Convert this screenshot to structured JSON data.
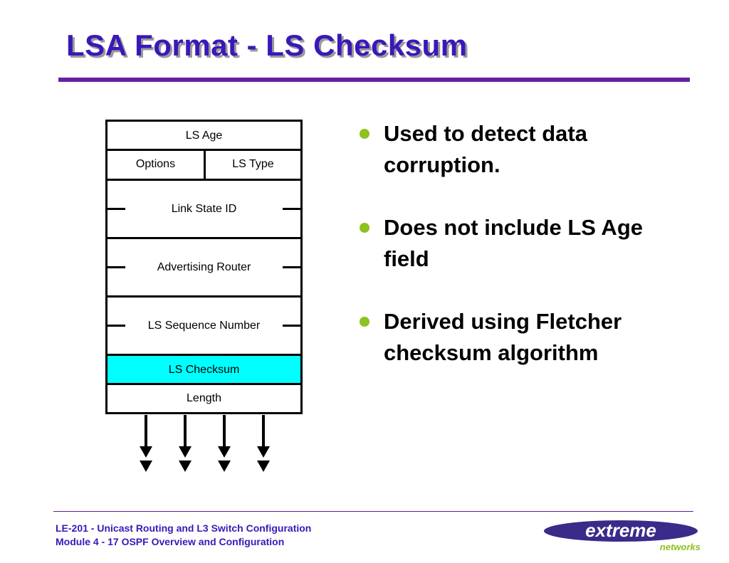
{
  "slide": {
    "title": "LSA Format - LS Checksum"
  },
  "diagram": {
    "fields": {
      "ls_age": "LS Age",
      "options": "Options",
      "ls_type": "LS Type",
      "link_state_id": "Link State ID",
      "advertising_router": "Advertising Router",
      "ls_sequence_number": "LS Sequence Number",
      "ls_checksum": "LS Checksum",
      "length": "Length"
    },
    "highlight_color": "#00ffff"
  },
  "bullets": [
    "Used to detect data corruption.",
    "Does not include LS Age field",
    "Derived using Fletcher checksum algorithm"
  ],
  "footer": {
    "line1": "LE-201 - Unicast Routing and L3 Switch Configuration",
    "line2": "Module 4 - 17  OSPF Overview and Configuration"
  },
  "logo": {
    "word": "extreme",
    "sub": "networks"
  },
  "colors": {
    "title": "#3a18b8",
    "rule": "#6a1fa0",
    "bullet": "#8dc21f"
  }
}
